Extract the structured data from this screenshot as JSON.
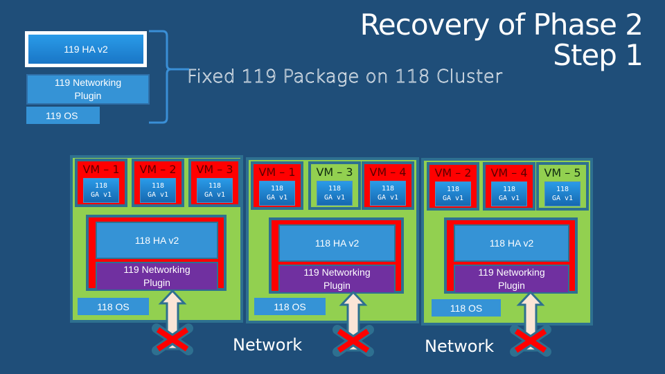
{
  "title": {
    "line1": "Recovery of Phase 2",
    "line2": "Step 1"
  },
  "subtitle": "Fixed 119 Package on 118 Cluster",
  "legend": {
    "ha": "119 HA v2",
    "networking_line1": "119 Networking",
    "networking_line2": "Plugin",
    "os": "119 OS"
  },
  "colors": {
    "background": "#1f4e79",
    "node_green": "#92d050",
    "failed_red": "#ff0000",
    "component_blue": "#3593d6",
    "plugin_purple": "#7030a0",
    "border_teal": "#2e7090",
    "arrow_fill": "#fbe5d6"
  },
  "nodes": [
    {
      "vms": [
        {
          "name": "VM – 1",
          "ga_line1": "118",
          "ga_line2": "GA v1",
          "status": "failed"
        },
        {
          "name": "VM – 2",
          "ga_line1": "118",
          "ga_line2": "GA v1",
          "status": "failed"
        },
        {
          "name": "VM – 3",
          "ga_line1": "118",
          "ga_line2": "GA v1",
          "status": "failed"
        }
      ],
      "ha": "118 HA v2",
      "networking_line1": "119 Networking",
      "networking_line2": "Plugin",
      "os": "118 OS",
      "network_link": "broken"
    },
    {
      "vms": [
        {
          "name": "VM – 1",
          "ga_line1": "118",
          "ga_line2": "GA v1",
          "status": "failed"
        },
        {
          "name": "VM – 3",
          "ga_line1": "118",
          "ga_line2": "GA v1",
          "status": "ok"
        },
        {
          "name": "VM – 4",
          "ga_line1": "118",
          "ga_line2": "GA v1",
          "status": "failed"
        }
      ],
      "ha": "118 HA v2",
      "networking_line1": "119 Networking",
      "networking_line2": "Plugin",
      "os": "118 OS",
      "network_link": "broken"
    },
    {
      "vms": [
        {
          "name": "VM – 2",
          "ga_line1": "118",
          "ga_line2": "GA v1",
          "status": "failed"
        },
        {
          "name": "VM – 4",
          "ga_line1": "118",
          "ga_line2": "GA v1",
          "status": "failed"
        },
        {
          "name": "VM – 5",
          "ga_line1": "118",
          "ga_line2": "GA v1",
          "status": "ok"
        }
      ],
      "ha": "118 HA v2",
      "networking_line1": "119 Networking",
      "networking_line2": "Plugin",
      "os": "118 OS",
      "network_link": "broken"
    }
  ],
  "network_labels": [
    "Network",
    "Network"
  ]
}
